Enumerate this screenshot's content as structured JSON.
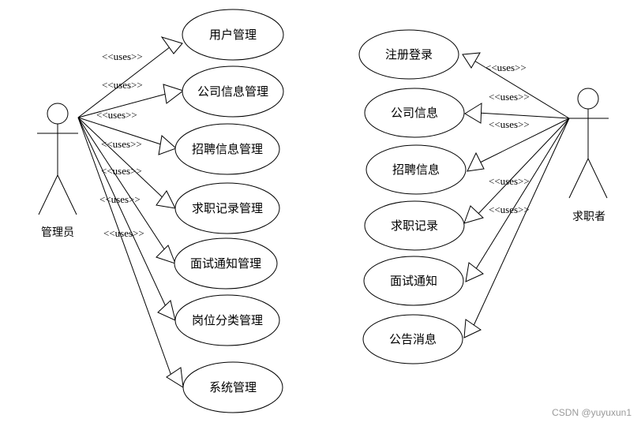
{
  "admin": {
    "name": "管理员",
    "use_cases": [
      "用户管理",
      "公司信息管理",
      "招聘信息管理",
      "求职记录管理",
      "面试通知管理",
      "岗位分类管理",
      "系统管理"
    ],
    "uses_labels": [
      "<<uses>>",
      "<<uses>>",
      "<<uses>>",
      "<<uses>>",
      "<<uses>>",
      "<<uses>>",
      "<<uses>>"
    ]
  },
  "seeker": {
    "name": "求职者",
    "use_cases": [
      "注册登录",
      "公司信息",
      "招聘信息",
      "求职记录",
      "面试通知",
      "公告消息"
    ],
    "uses_labels": [
      "<<uses>>",
      "<<uses>>",
      "<<uses>>",
      "<<uses>>",
      "<<uses>>"
    ]
  },
  "watermark": "CSDN @yuyuxun1"
}
